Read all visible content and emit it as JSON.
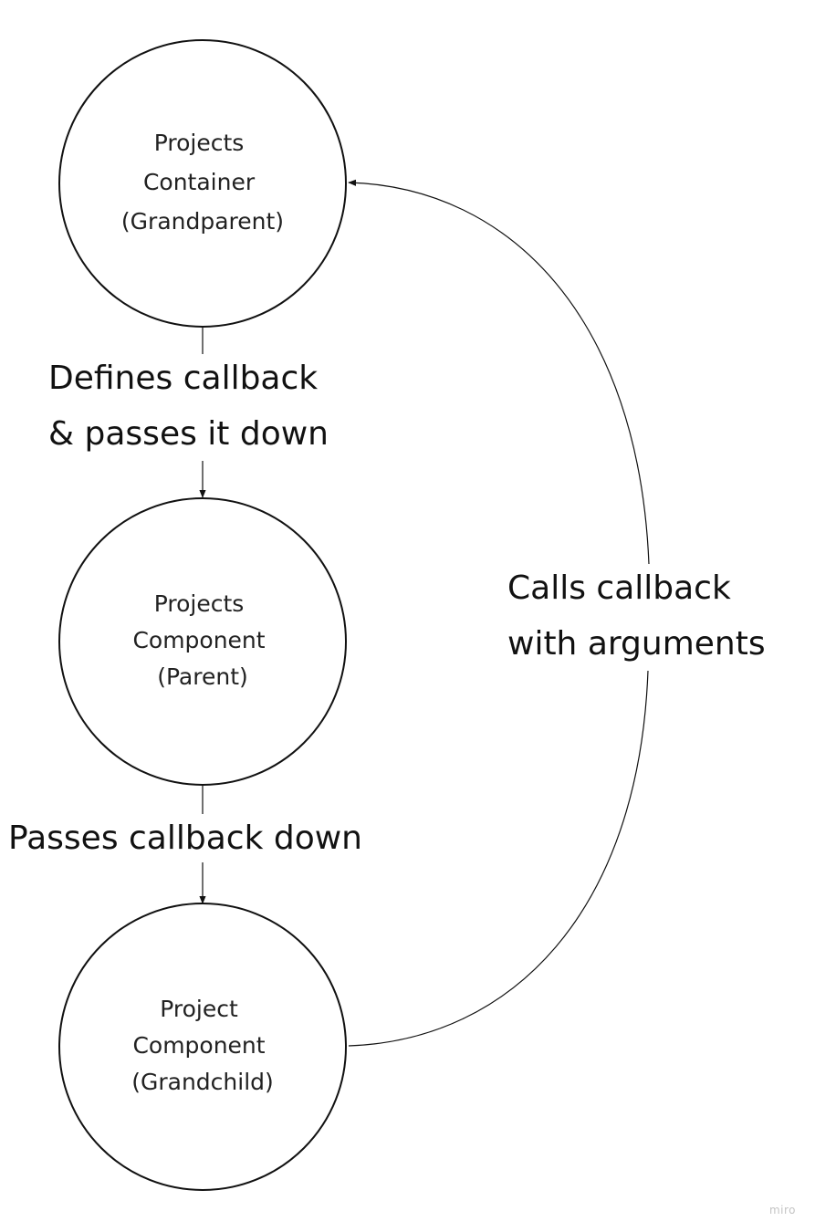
{
  "diagram": {
    "nodes": [
      {
        "id": "grandparent",
        "lines": [
          "Projects",
          "Container",
          "(Grandparent)"
        ]
      },
      {
        "id": "parent",
        "lines": [
          "Projects",
          "Component",
          "(Parent)"
        ]
      },
      {
        "id": "grandchild",
        "lines": [
          "Project",
          "Component",
          "(Grandchild)"
        ]
      }
    ],
    "edges": [
      {
        "id": "grandparent-to-parent",
        "from": "grandparent",
        "to": "parent",
        "label_lines": [
          "Defines callback",
          "& passes it down"
        ]
      },
      {
        "id": "parent-to-grandchild",
        "from": "parent",
        "to": "grandchild",
        "label_lines": [
          "Passes callback down"
        ]
      },
      {
        "id": "grandchild-to-grandparent",
        "from": "grandchild",
        "to": "grandparent",
        "label_lines": [
          "Calls callback",
          "with arguments"
        ]
      }
    ]
  },
  "watermark": "miro",
  "colors": {
    "stroke": "#111111",
    "text": "#222222",
    "background": "#ffffff"
  }
}
